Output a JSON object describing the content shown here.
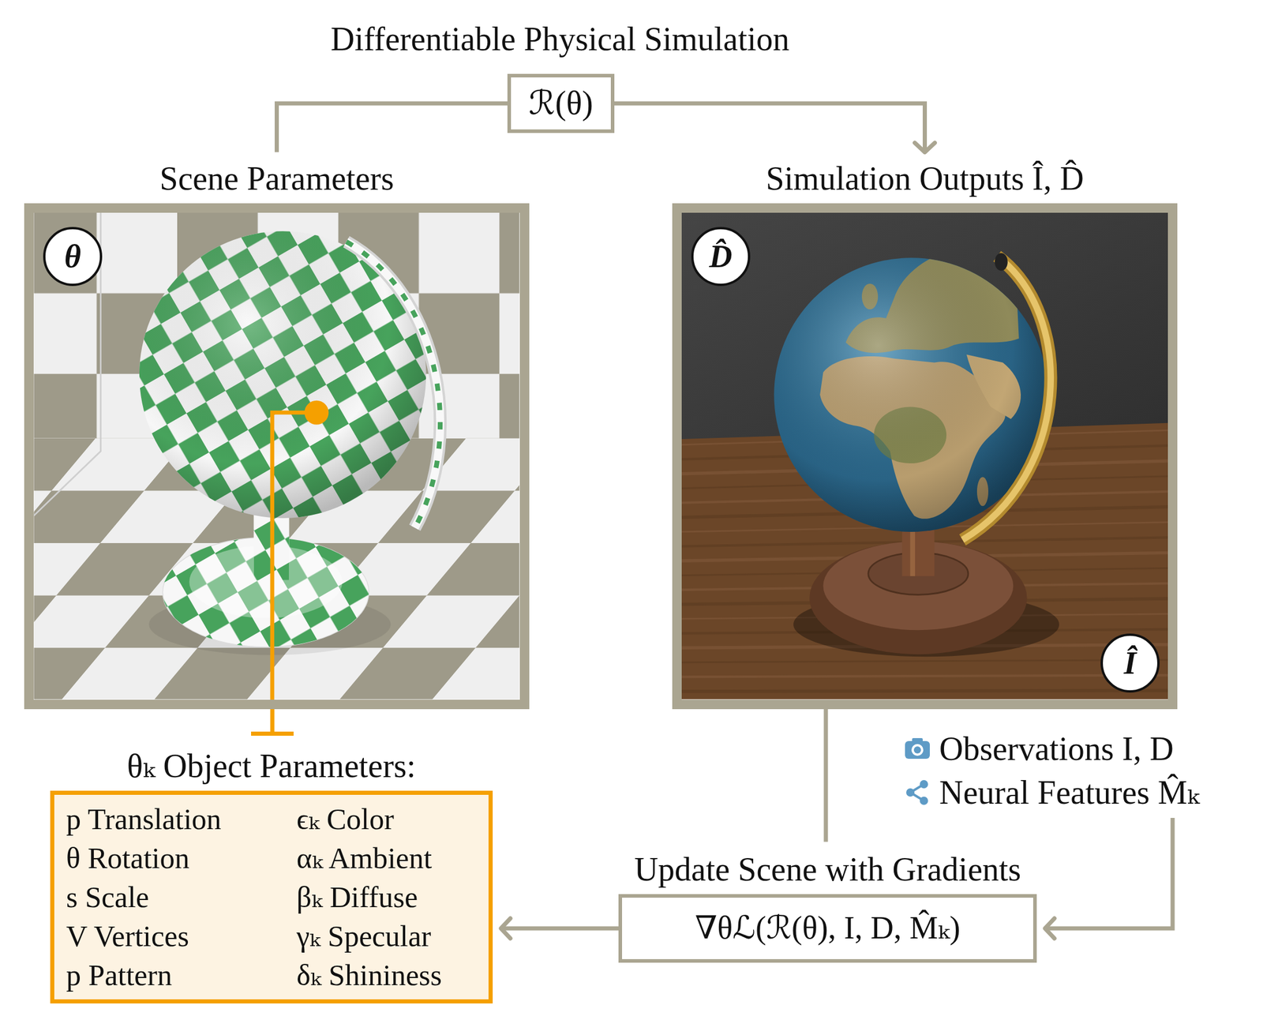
{
  "diagram": {
    "title": "Differentiable Physical Simulation",
    "nodes": [
      {
        "text": [
          "Scene Parameters"
        ]
      },
      {
        "text": [
          "θ"
        ],
        "in": 0
      },
      {
        "text": [
          "ℛ(θ)"
        ]
      },
      {
        "text": [
          "Simulation Outputs Î, D̂"
        ]
      },
      {
        "text": [
          "D̂"
        ],
        "in": 3
      },
      {
        "text": [
          "Î"
        ],
        "in": 3
      },
      {
        "text": [
          "Observations I, D",
          "Neural Features M̂ₖ"
        ]
      },
      {
        "text": [
          "θₖ Object Parameters:",
          "p Translation",
          "ϵₖ Color",
          "θ Rotation",
          "αₖ Ambient",
          "s Scale",
          "βₖ Diffuse",
          "V Vertices",
          "γₖ Specular",
          "p Pattern",
          "δₖ Shininess"
        ]
      },
      {
        "text": [
          "Update Scene with Gradients",
          "∇θℒ(ℛ(θ), I, D, M̂ₖ)"
        ]
      }
    ],
    "edges": [
      {
        "from": 0,
        "to": 2,
        "arrow": "none"
      },
      {
        "from": 2,
        "to": 3,
        "arrow": "to"
      },
      {
        "from": 3,
        "to": 8,
        "arrow": "none"
      },
      {
        "from": 6,
        "to": 8,
        "arrow": "to"
      },
      {
        "from": 8,
        "to": 7,
        "arrow": "to"
      },
      {
        "from": 0,
        "to": 7,
        "arrow": "none"
      }
    ]
  }
}
